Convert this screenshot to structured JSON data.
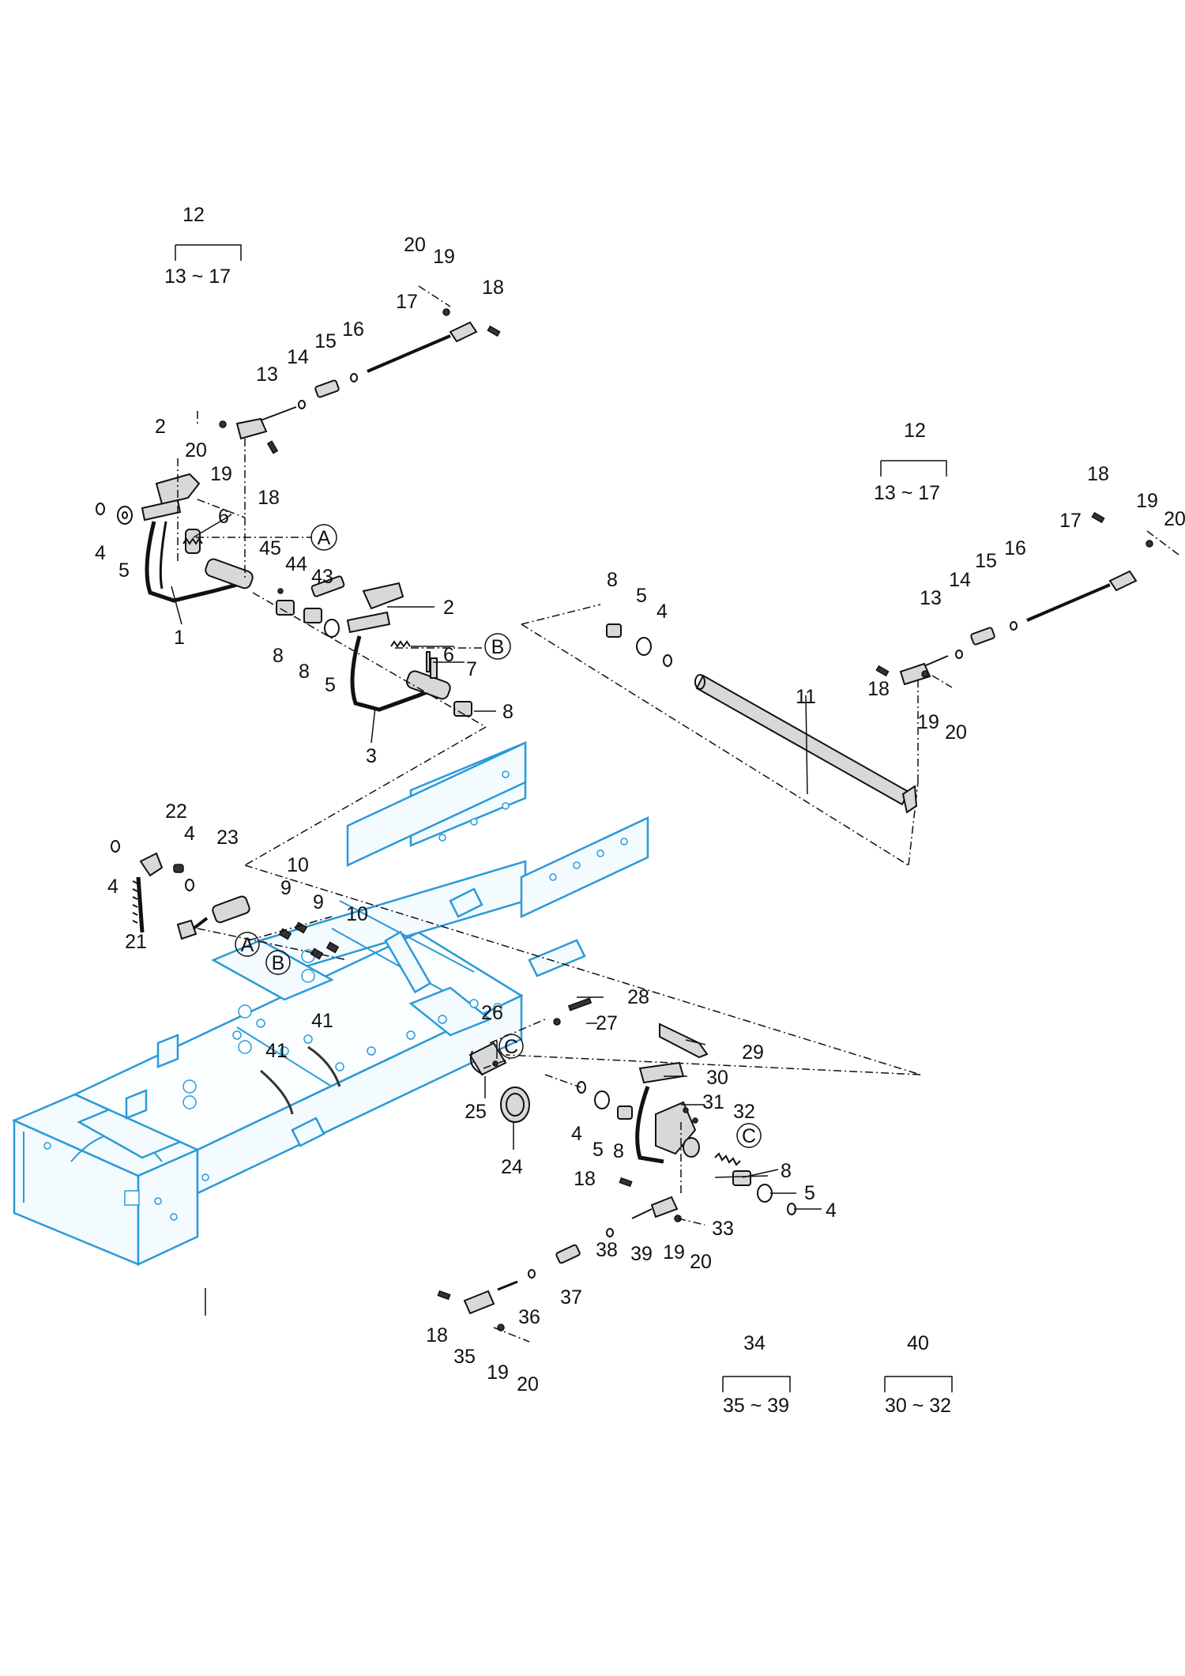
{
  "callouts": [
    {
      "t": "12"
    },
    {
      "t": "13 ~ 17"
    },
    {
      "t": "20"
    },
    {
      "t": "19"
    },
    {
      "t": "18"
    },
    {
      "t": "17"
    },
    {
      "t": "16"
    },
    {
      "t": "15"
    },
    {
      "t": "14"
    },
    {
      "t": "13"
    },
    {
      "t": "20"
    },
    {
      "t": "19"
    },
    {
      "t": "18"
    },
    {
      "t": "2"
    },
    {
      "t": "6"
    },
    {
      "t": "A"
    },
    {
      "t": "4"
    },
    {
      "t": "5"
    },
    {
      "t": "1"
    },
    {
      "t": "45"
    },
    {
      "t": "44"
    },
    {
      "t": "43"
    },
    {
      "t": "8"
    },
    {
      "t": "8"
    },
    {
      "t": "5"
    },
    {
      "t": "2"
    },
    {
      "t": "B"
    },
    {
      "t": "6"
    },
    {
      "t": "7"
    },
    {
      "t": "8"
    },
    {
      "t": "3"
    },
    {
      "t": "12"
    },
    {
      "t": "13 ~ 17"
    },
    {
      "t": "18"
    },
    {
      "t": "19"
    },
    {
      "t": "20"
    },
    {
      "t": "17"
    },
    {
      "t": "16"
    },
    {
      "t": "15"
    },
    {
      "t": "14"
    },
    {
      "t": "13"
    },
    {
      "t": "18"
    },
    {
      "t": "19"
    },
    {
      "t": "20"
    },
    {
      "t": "8"
    },
    {
      "t": "5"
    },
    {
      "t": "4"
    },
    {
      "t": "11"
    },
    {
      "t": "22"
    },
    {
      "t": "4"
    },
    {
      "t": "23"
    },
    {
      "t": "4"
    },
    {
      "t": "21"
    },
    {
      "t": "10"
    },
    {
      "t": "9"
    },
    {
      "t": "9"
    },
    {
      "t": "10"
    },
    {
      "t": "A"
    },
    {
      "t": "B"
    },
    {
      "t": "41"
    },
    {
      "t": "41"
    },
    {
      "t": "26"
    },
    {
      "t": "C"
    },
    {
      "t": "25"
    },
    {
      "t": "24"
    },
    {
      "t": "28"
    },
    {
      "t": "27"
    },
    {
      "t": "29"
    },
    {
      "t": "30"
    },
    {
      "t": "31"
    },
    {
      "t": "32"
    },
    {
      "t": "C"
    },
    {
      "t": "4"
    },
    {
      "t": "5"
    },
    {
      "t": "8"
    },
    {
      "t": "8"
    },
    {
      "t": "5"
    },
    {
      "t": "4"
    },
    {
      "t": "33"
    },
    {
      "t": "18"
    },
    {
      "t": "39"
    },
    {
      "t": "19"
    },
    {
      "t": "20"
    },
    {
      "t": "38"
    },
    {
      "t": "37"
    },
    {
      "t": "36"
    },
    {
      "t": "18"
    },
    {
      "t": "35"
    },
    {
      "t": "19"
    },
    {
      "t": "20"
    },
    {
      "t": "34"
    },
    {
      "t": "35 ~ 39"
    },
    {
      "t": "40"
    },
    {
      "t": "30 ~ 32"
    }
  ]
}
